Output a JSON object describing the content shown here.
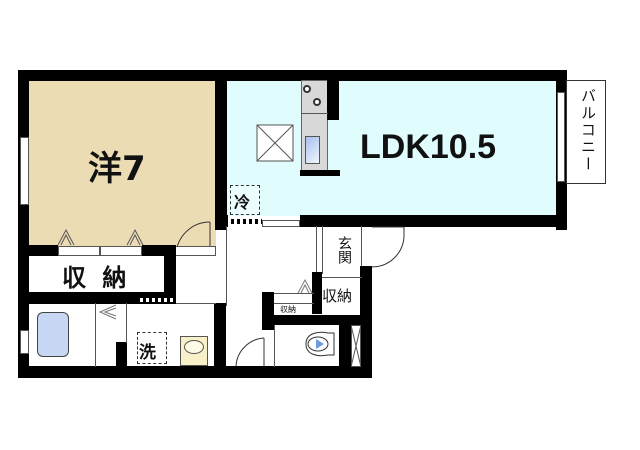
{
  "floorplan": {
    "rooms": {
      "western": {
        "label": "洋7",
        "color": "#ecdcb4"
      },
      "ldk": {
        "label": "LDK10.5",
        "color": "#e0fcfc"
      },
      "balcony": {
        "label": "バルコニー"
      },
      "closet_main": {
        "label": "収 納"
      },
      "closet_entry": {
        "label": "収納"
      },
      "closet_small": {
        "label": "収納"
      },
      "entrance": {
        "label": "玄関"
      },
      "fridge": {
        "label": "冷"
      },
      "washer": {
        "label": "洗"
      }
    },
    "colors": {
      "wall": "#000000",
      "bathtub": "#c8d8f4",
      "kitchen_counter": "#d8d8d8"
    }
  }
}
